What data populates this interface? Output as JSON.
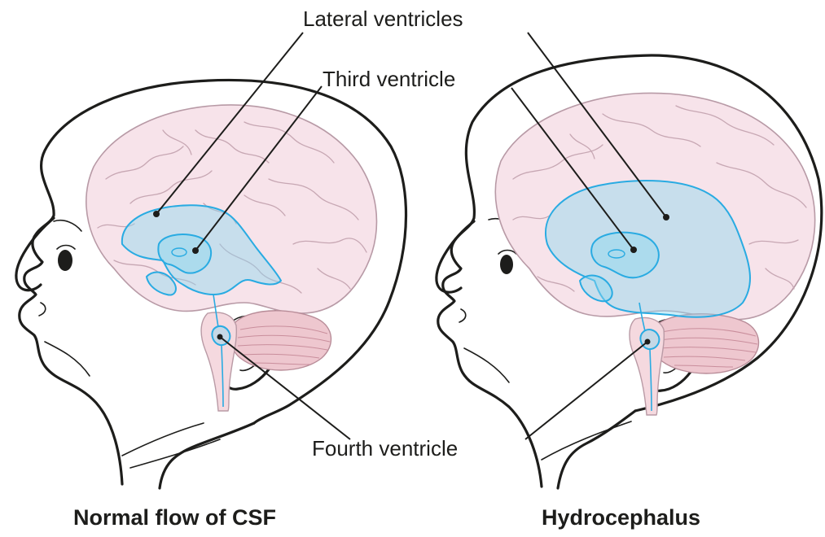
{
  "labels": {
    "lateral_ventricles": "Lateral ventricles",
    "third_ventricle": "Third ventricle",
    "fourth_ventricle": "Fourth ventricle"
  },
  "captions": {
    "normal": "Normal flow of CSF",
    "hydrocephalus": "Hydrocephalus"
  },
  "colors": {
    "ventricle_stroke": "#29abe2",
    "brain_fill": "#f7e3ea",
    "cerebellum_fill": "#eec7cf"
  }
}
